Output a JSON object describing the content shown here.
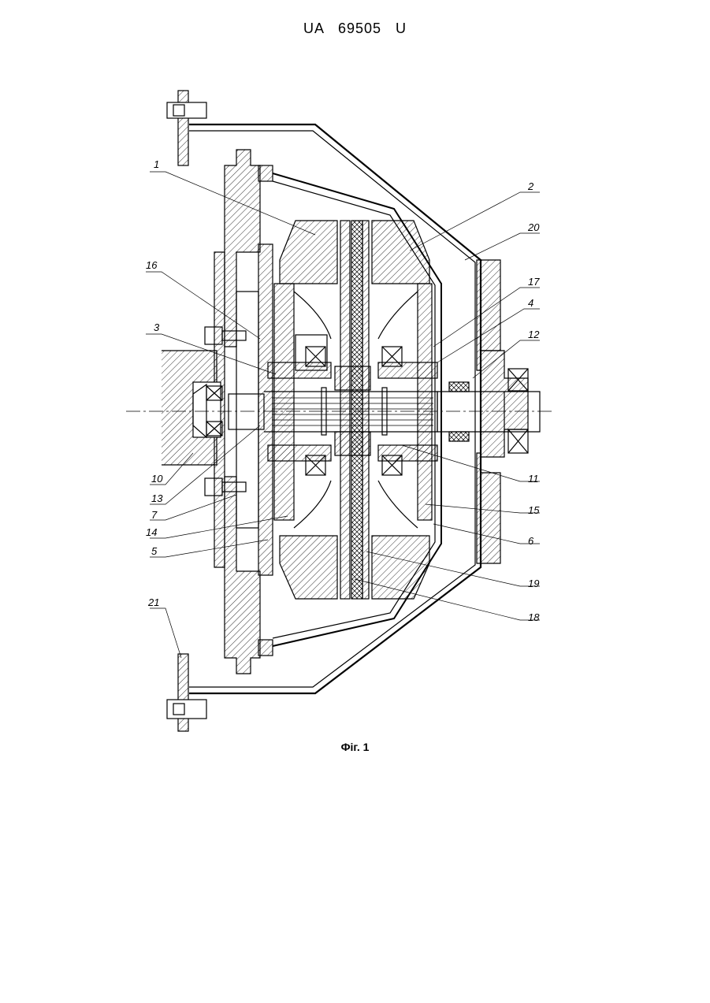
{
  "header": {
    "document_number": "UA  69505  U"
  },
  "figure": {
    "caption": "Фіг. 1",
    "labels": [
      "1",
      "2",
      "20",
      "16",
      "17",
      "4",
      "3",
      "12",
      "10",
      "13",
      "7",
      "14",
      "5",
      "11",
      "15",
      "6",
      "19",
      "18",
      "21"
    ]
  }
}
